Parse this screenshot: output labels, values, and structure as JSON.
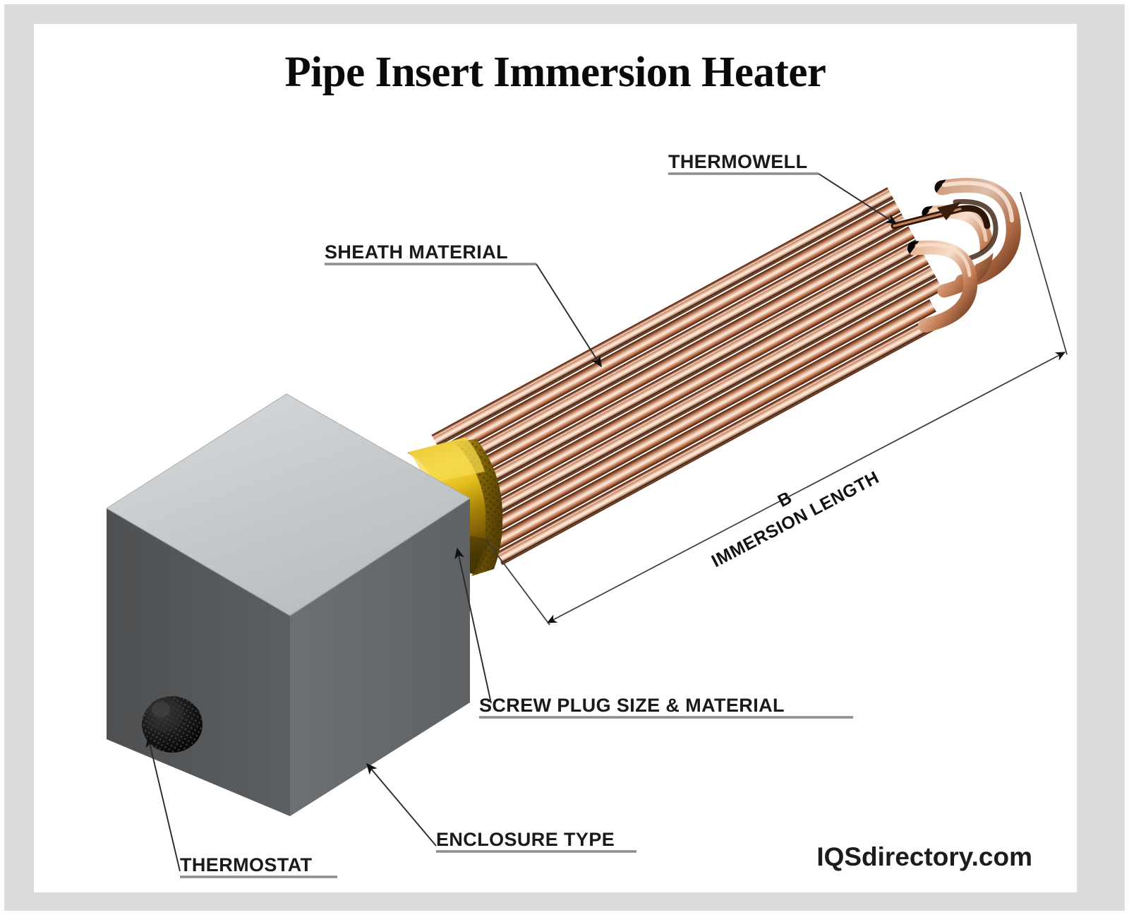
{
  "page": {
    "title": "Pipe Insert Immersion Heater",
    "watermark": "IQSdirectory.com",
    "frame_color": "#dcdcdc",
    "canvas_color": "#ffffff"
  },
  "labels": {
    "thermowell": "THERMOWELL",
    "sheath_material": "SHEATH MATERIAL",
    "screw_plug": "SCREW PLUG SIZE & MATERIAL",
    "enclosure_type": "ENCLOSURE TYPE",
    "thermostat": "THERMOSTAT"
  },
  "dimension": {
    "letter": "B",
    "name": "IMMERSION LENGTH"
  },
  "colors": {
    "copper_dark": "#5d2d17",
    "copper_mid": "#b4673e",
    "copper_light": "#f0c9b0",
    "copper_highlight": "#fbe6d8",
    "brass_dark": "#6e5407",
    "brass_mid": "#b9920c",
    "brass_light": "#f2d33a",
    "enclosure_top": "#c9cccd",
    "enclosure_left": "#555759",
    "enclosure_right": "#6a6d6f",
    "knob_black": "#121212",
    "leader_line": "#2a2a2a",
    "underline": "#8c8c8c"
  },
  "parts": {
    "enclosure": "enclosure-box",
    "plug": "brass-screw-plug",
    "tubes": "copper-heater-tubes",
    "thermowell": "thermowell-tube",
    "knob": "thermostat-knob"
  }
}
